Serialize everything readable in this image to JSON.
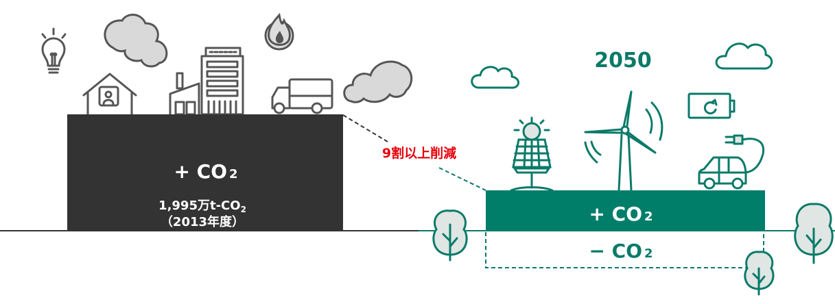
{
  "before": {
    "label_sign": "+",
    "label_co": "CO",
    "label_sub": "2",
    "amount_text": "1,995万t-CO",
    "amount_sub": "2",
    "year_note": "（2013年度）"
  },
  "reduction_label": "9割以上削減",
  "after": {
    "year": "2050",
    "plus_sign": "+",
    "plus_co": "CO",
    "plus_sub": "2",
    "minus_sign": "−",
    "minus_co": "CO",
    "minus_sub": "2"
  },
  "colors": {
    "dark_box": "#333333",
    "green": "#007e6a",
    "red": "#e8000b",
    "icon_gray": "#555555",
    "cloud_fill": "#d9d9d9",
    "tree_fill": "#dfe6e4"
  }
}
